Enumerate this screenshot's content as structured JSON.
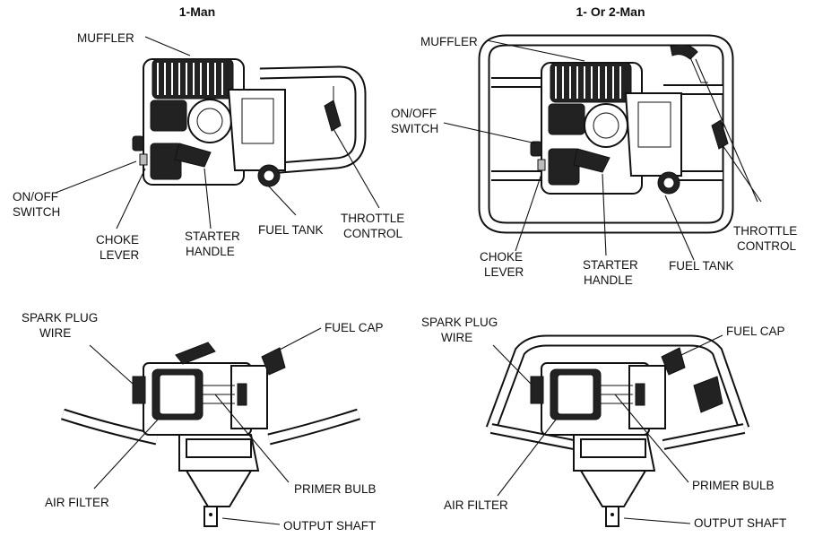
{
  "titles": {
    "one_man": "1-Man",
    "one_or_two_man": "1- Or 2-Man"
  },
  "top_left": {
    "muffler": "MUFFLER",
    "on_off_1": "ON/OFF",
    "on_off_2": "SWITCH",
    "choke_1": "CHOKE",
    "choke_2": "LEVER",
    "starter_1": "STARTER",
    "starter_2": "HANDLE",
    "fuel_tank": "FUEL TANK",
    "throttle_1": "THROTTLE",
    "throttle_2": "CONTROL"
  },
  "top_right": {
    "muffler": "MUFFLER",
    "on_off_1": "ON/OFF",
    "on_off_2": "SWITCH",
    "choke_1": "CHOKE",
    "choke_2": "LEVER",
    "starter_1": "STARTER",
    "starter_2": "HANDLE",
    "fuel_tank": "FUEL TANK",
    "throttle_1": "THROTTLE",
    "throttle_2": "CONTROL"
  },
  "bottom_left": {
    "spark_1": "SPARK PLUG",
    "spark_2": "WIRE",
    "fuel_cap": "FUEL CAP",
    "air_filter": "AIR FILTER",
    "primer": "PRIMER BULB",
    "output": "OUTPUT SHAFT"
  },
  "bottom_right": {
    "spark_1": "SPARK PLUG",
    "spark_2": "WIRE",
    "fuel_cap": "FUEL CAP",
    "air_filter": "AIR FILTER",
    "primer": "PRIMER BULB",
    "output": "OUTPUT SHAFT"
  }
}
